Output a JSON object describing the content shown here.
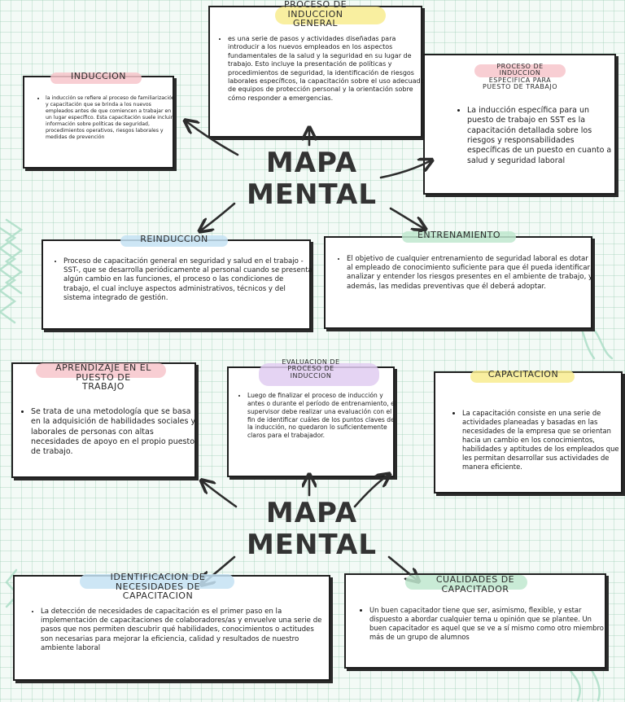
{
  "colors": {
    "pink": "#f7c6cb",
    "blue": "#c4e2f3",
    "yellow": "#f8ec8f",
    "purple": "#e1cdf1",
    "green": "#bfe8cf"
  },
  "map1": {
    "center": [
      "MAPA",
      "MENTAL"
    ],
    "induccion": {
      "title": "INDUCCION",
      "text": "la inducción se refiere al proceso de familiarización y capacitación que se brinda a los nuevos empleados antes de que comiencen a trabajar en un lugar específico. Esta capacitación suele incluir información sobre políticas de seguridad, procedimientos operativos, riesgos laborales y medidas de prevención"
    },
    "general": {
      "title": [
        "PROCESO DE",
        "INDUCCION",
        "GENERAL"
      ],
      "text": "es una serie de pasos y actividades diseñadas para introducir a los nuevos empleados en los aspectos fundamentales de la salud y la seguridad en su lugar de trabajo. Esto incluye la presentación de políticas y procedimientos de seguridad, la identificación de riesgos laborales específicos, la capacitación sobre el uso adecuado de equipos de protección personal y la orientación sobre cómo responder a emergencias."
    },
    "especifica": {
      "title": [
        "PROCESO DE",
        "INDUCCION",
        "ESPECIFICA PARA",
        "PUESTO DE TRABAJO"
      ],
      "text": "La inducción específica para un puesto de trabajo en SST es la capacitación detallada sobre los riesgos y responsabilidades específicas de un puesto en cuanto a salud y seguridad laboral"
    },
    "reinduccion": {
      "title": "REINDUCCION",
      "text": "Proceso de capacitación general en seguridad y salud en el trabajo -SST-, que se desarrolla periódicamente al personal cuando se presenta algún cambio en las funciones, el proceso o las condiciones de trabajo, el cual incluye aspectos administrativos, técnicos y del sistema integrado de gestión."
    },
    "entrenamiento": {
      "title": "ENTRENAMIENTO",
      "text": "El objetivo de cualquier entrenamiento de seguridad laboral es dotar al empleado de conocimiento suficiente para que él pueda identificar, analizar y entender los riesgos presentes en el ambiente de trabajo, y además, las medidas preventivas que él deberá adoptar."
    }
  },
  "map2": {
    "center": [
      "MAPA",
      "MENTAL"
    ],
    "aprendizaje": {
      "title": [
        "APRENDIZAJE EN EL",
        "PUESTO DE",
        "TRABAJO"
      ],
      "text": "Se trata de una metodología que se basa en la adquisición de habilidades sociales y laborales de personas con altas necesidades de apoyo en el propio puesto de trabajo."
    },
    "evaluacion": {
      "title": [
        "EVALUACION DE",
        "PROCESO DE",
        "INDUCCION"
      ],
      "text": "Luego de finalizar el proceso de inducción y antes o durante el período de entrenamiento, el supervisor debe realizar una evaluación con el fin de identificar cuáles de los puntos claves de la inducción, no quedaron lo suficientemente claros para el trabajador."
    },
    "capacitacion": {
      "title": "CAPACITACION",
      "text": "La capacitación consiste en una serie de actividades planeadas y basadas en las necesidades de la empresa que se orientan hacia un cambio en los conocimientos, habilidades y aptitudes de los empleados que les permitan desarrollar sus actividades de manera eficiente."
    },
    "identificacion": {
      "title": [
        "IDENTIFICACION DE",
        "NECESIDADES DE",
        "CAPACITACION"
      ],
      "text": "La detección de necesidades de capacitación es el primer paso en la implementación de capacitaciones de colaboradores/as y envuelve una serie de pasos que nos permiten descubrir qué habilidades, conocimientos o actitudes son necesarias para mejorar la eficiencia, calidad y resultados de nuestro ambiente laboral"
    },
    "cualidades": {
      "title": [
        "CUALIDADES DE",
        "CAPACITADOR"
      ],
      "text": "Un buen capacitador tiene que ser, asimismo, flexible, y estar dispuesto a abordar cualquier tema u opinión que se plantee. Un buen capacitador es aquel que se ve a sí mismo como otro miembro más de un grupo de alumnos"
    }
  }
}
